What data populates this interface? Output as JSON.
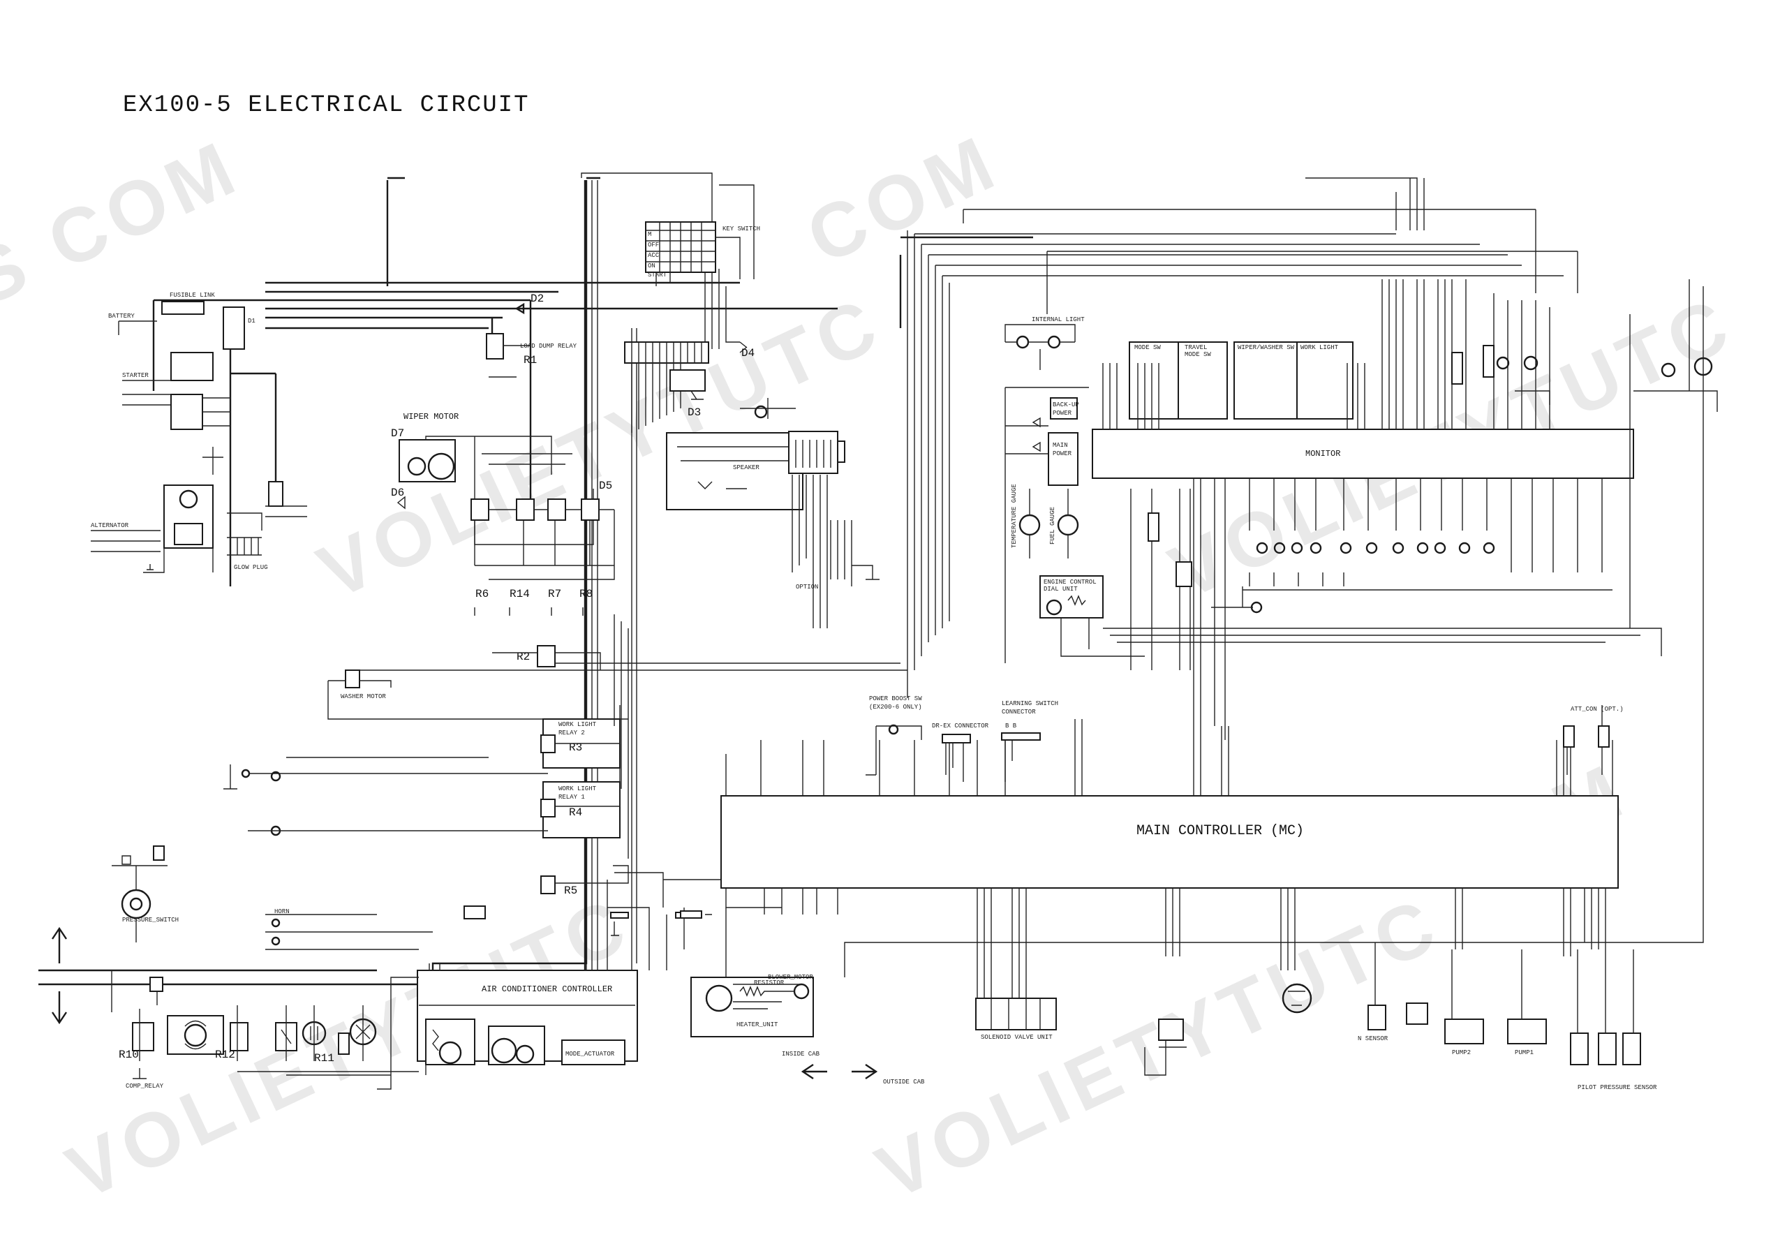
{
  "title": "EX100-5  ELECTRICAL CIRCUIT",
  "watermarks": [
    "S COM",
    "COM",
    "VOLIETYTUTC",
    "VOLIETYTUTC",
    "COM",
    "VOLIETYTUTC"
  ],
  "main_blocks": {
    "monitor": "MONITOR",
    "main_controller": "MAIN CONTROLLER (MC)",
    "air_conditioner": "AIR CONDITIONER CONTROLLER",
    "wiper_motor": "WIPER MOTOR",
    "key_switch": "KEY SWITCH",
    "learning_switch": "LEARNING SWITCH",
    "learning_switch_2": "CONNECTOR",
    "power_boost": "POWER BOOST SW",
    "power_boost_2": "(EX200-6 ONLY)",
    "dr_ex": "DR-EX CONNECTOR",
    "internal_light": "INTERNAL LIGHT",
    "main_power": "MAIN",
    "main_power_2": "POWER",
    "backup_power": "BACK-UP",
    "backup_power_2": "POWER",
    "mode_actuator": "MODE_ACTUATOR",
    "heater_unit": "HEATER_UNIT",
    "inside_cab": "INSIDE CAB",
    "outside_cab": "OUTSIDE CAB",
    "fusible_link": "FUSIBLE LINK",
    "engine_control": "ENGINE CONTROL",
    "engine_control_2": "DIAL UNIT"
  },
  "relays": [
    {
      "id": "R1"
    },
    {
      "id": "R2"
    },
    {
      "id": "R3"
    },
    {
      "id": "R4"
    },
    {
      "id": "R5"
    },
    {
      "id": "R6"
    },
    {
      "id": "R7"
    },
    {
      "id": "R8"
    },
    {
      "id": "R10"
    },
    {
      "id": "R11"
    },
    {
      "id": "R12"
    },
    {
      "id": "R14"
    }
  ],
  "diodes": [
    "D1",
    "D2",
    "D3",
    "D4",
    "D5",
    "D6",
    "D7"
  ],
  "labels": {
    "work_light_relay_2": "WORK LIGHT",
    "work_light_relay_2b": "RELAY 2",
    "work_light_relay_1": "WORK LIGHT",
    "work_light_relay_1b": "RELAY 1",
    "washer_motor": "WASHER MOTOR",
    "pressure_switch": "PRESSURE_SWITCH",
    "comp_relay": "COMP_RELAY",
    "pump1": "PUMP1",
    "pump2": "PUMP2",
    "monitor_sw": "MODE SW",
    "travel_mode": "TRAVEL",
    "travel_mode_2": "MODE SW",
    "wiper_washer": "WIPER/WASHER SW",
    "work_light_sw": "WORK LIGHT",
    "speaker": "SPEAKER",
    "battery": "BATTERY",
    "alternator": "ALTERNATOR",
    "starter": "STARTER",
    "glow_plug": "GLOW PLUG",
    "horn": "HORN",
    "fuel_gauge": "FUEL GAUGE",
    "temperature_gauge": "TEMPERATURE GAUGE",
    "option": "OPTION",
    "learning_conn": "B B",
    "att_con": "ATT_CON (OPT.)",
    "resistor": "RESISTOR",
    "blower_motor": "BLOWER_MOTOR",
    "n_sensor": "N SENSOR",
    "solenoid_valve": "SOLENOID VALVE UNIT",
    "pilot_pressure": "PILOT PRESSURE SENSOR"
  }
}
